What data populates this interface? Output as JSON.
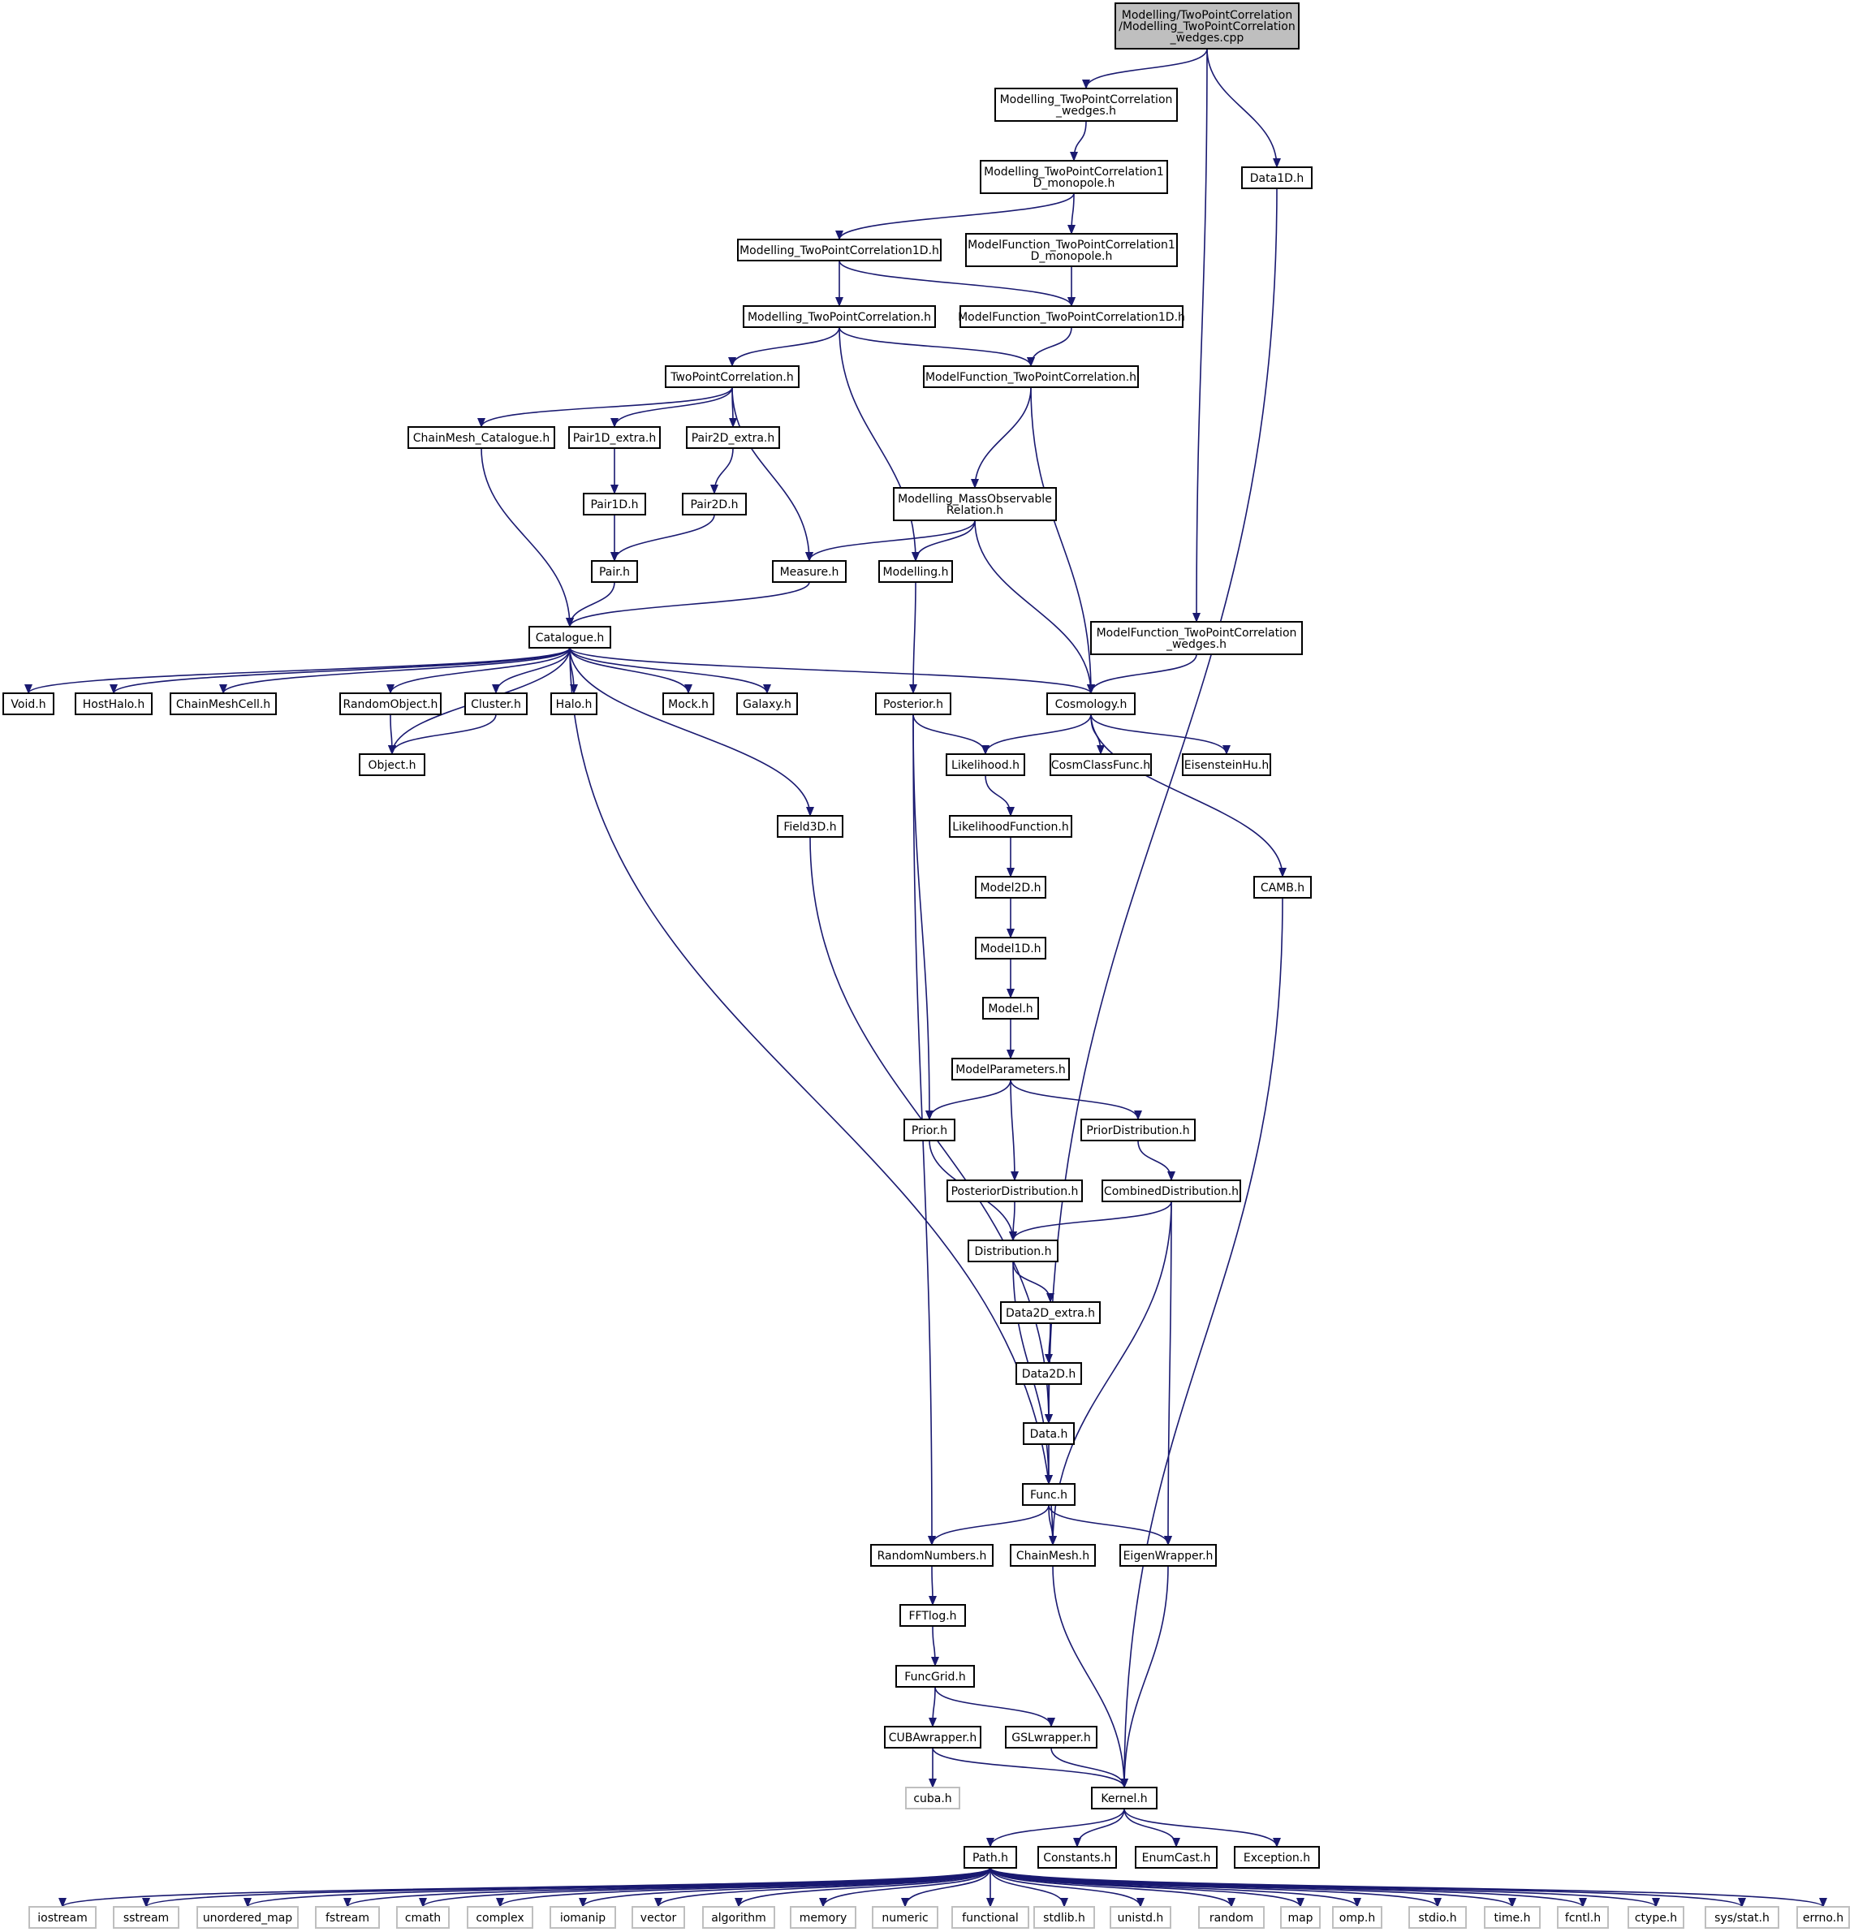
{
  "graph": {
    "title": "",
    "colors": {
      "edge": "#191970",
      "root_fill": "#bfbfbf",
      "node_fill": "#ffffff",
      "node_border": "#000000",
      "system_border": "#bfbfbf"
    },
    "nodes": [
      {
        "id": "root",
        "lines": [
          "Modelling/TwoPointCorrelation",
          "/Modelling_TwoPointCorrelation",
          "_wedges.cpp"
        ],
        "kind": "root"
      },
      {
        "id": "mtpc_wedges_h",
        "lines": [
          "Modelling_TwoPointCorrelation",
          "_wedges.h"
        ],
        "kind": "header"
      },
      {
        "id": "data1d",
        "lines": [
          "Data1D.h"
        ],
        "kind": "header"
      },
      {
        "id": "mtpc1d_mono",
        "lines": [
          "Modelling_TwoPointCorrelation1",
          "D_monopole.h"
        ],
        "kind": "header"
      },
      {
        "id": "mtpc1d",
        "lines": [
          "Modelling_TwoPointCorrelation1D.h"
        ],
        "kind": "header"
      },
      {
        "id": "mf_tpc1d_mono",
        "lines": [
          "ModelFunction_TwoPointCorrelation1",
          "D_monopole.h"
        ],
        "kind": "header"
      },
      {
        "id": "mtpc",
        "lines": [
          "Modelling_TwoPointCorrelation.h"
        ],
        "kind": "header"
      },
      {
        "id": "mf_tpc1d",
        "lines": [
          "ModelFunction_TwoPointCorrelation1D.h"
        ],
        "kind": "header"
      },
      {
        "id": "tpc",
        "lines": [
          "TwoPointCorrelation.h"
        ],
        "kind": "header"
      },
      {
        "id": "mf_tpc",
        "lines": [
          "ModelFunction_TwoPointCorrelation.h"
        ],
        "kind": "header"
      },
      {
        "id": "chainmesh_cat",
        "lines": [
          "ChainMesh_Catalogue.h"
        ],
        "kind": "header"
      },
      {
        "id": "pair1d_extra",
        "lines": [
          "Pair1D_extra.h"
        ],
        "kind": "header"
      },
      {
        "id": "pair2d_extra",
        "lines": [
          "Pair2D_extra.h"
        ],
        "kind": "header"
      },
      {
        "id": "m_massobs",
        "lines": [
          "Modelling_MassObservable",
          "Relation.h"
        ],
        "kind": "header"
      },
      {
        "id": "pair1d",
        "lines": [
          "Pair1D.h"
        ],
        "kind": "header"
      },
      {
        "id": "pair2d",
        "lines": [
          "Pair2D.h"
        ],
        "kind": "header"
      },
      {
        "id": "pair",
        "lines": [
          "Pair.h"
        ],
        "kind": "header"
      },
      {
        "id": "measure",
        "lines": [
          "Measure.h"
        ],
        "kind": "header"
      },
      {
        "id": "modelling",
        "lines": [
          "Modelling.h"
        ],
        "kind": "header"
      },
      {
        "id": "catalogue",
        "lines": [
          "Catalogue.h"
        ],
        "kind": "header"
      },
      {
        "id": "mf_tpc_wedges",
        "lines": [
          "ModelFunction_TwoPointCorrelation",
          "_wedges.h"
        ],
        "kind": "header"
      },
      {
        "id": "void",
        "lines": [
          "Void.h"
        ],
        "kind": "header"
      },
      {
        "id": "hosthalo",
        "lines": [
          "HostHalo.h"
        ],
        "kind": "header"
      },
      {
        "id": "chainmeshcell",
        "lines": [
          "ChainMeshCell.h"
        ],
        "kind": "header"
      },
      {
        "id": "randomobject",
        "lines": [
          "RandomObject.h"
        ],
        "kind": "header"
      },
      {
        "id": "cluster",
        "lines": [
          "Cluster.h"
        ],
        "kind": "header"
      },
      {
        "id": "halo",
        "lines": [
          "Halo.h"
        ],
        "kind": "header"
      },
      {
        "id": "mock",
        "lines": [
          "Mock.h"
        ],
        "kind": "header"
      },
      {
        "id": "galaxy",
        "lines": [
          "Galaxy.h"
        ],
        "kind": "header"
      },
      {
        "id": "posterior",
        "lines": [
          "Posterior.h"
        ],
        "kind": "header"
      },
      {
        "id": "cosmology",
        "lines": [
          "Cosmology.h"
        ],
        "kind": "header"
      },
      {
        "id": "object",
        "lines": [
          "Object.h"
        ],
        "kind": "header"
      },
      {
        "id": "likelihood",
        "lines": [
          "Likelihood.h"
        ],
        "kind": "header"
      },
      {
        "id": "cosmclassfunc",
        "lines": [
          "CosmClassFunc.h"
        ],
        "kind": "header"
      },
      {
        "id": "eisensteinhu",
        "lines": [
          "EisensteinHu.h"
        ],
        "kind": "header"
      },
      {
        "id": "field3d",
        "lines": [
          "Field3D.h"
        ],
        "kind": "header"
      },
      {
        "id": "likelihoodfunc",
        "lines": [
          "LikelihoodFunction.h"
        ],
        "kind": "header"
      },
      {
        "id": "model2d",
        "lines": [
          "Model2D.h"
        ],
        "kind": "header"
      },
      {
        "id": "camb",
        "lines": [
          "CAMB.h"
        ],
        "kind": "header"
      },
      {
        "id": "model1d",
        "lines": [
          "Model1D.h"
        ],
        "kind": "header"
      },
      {
        "id": "model",
        "lines": [
          "Model.h"
        ],
        "kind": "header"
      },
      {
        "id": "modelparams",
        "lines": [
          "ModelParameters.h"
        ],
        "kind": "header"
      },
      {
        "id": "prior",
        "lines": [
          "Prior.h"
        ],
        "kind": "header"
      },
      {
        "id": "priordist",
        "lines": [
          "PriorDistribution.h"
        ],
        "kind": "header"
      },
      {
        "id": "posteriordist",
        "lines": [
          "PosteriorDistribution.h"
        ],
        "kind": "header"
      },
      {
        "id": "combineddist",
        "lines": [
          "CombinedDistribution.h"
        ],
        "kind": "header"
      },
      {
        "id": "distribution",
        "lines": [
          "Distribution.h"
        ],
        "kind": "header"
      },
      {
        "id": "data2d_extra",
        "lines": [
          "Data2D_extra.h"
        ],
        "kind": "header"
      },
      {
        "id": "data2d",
        "lines": [
          "Data2D.h"
        ],
        "kind": "header"
      },
      {
        "id": "data",
        "lines": [
          "Data.h"
        ],
        "kind": "header"
      },
      {
        "id": "func",
        "lines": [
          "Func.h"
        ],
        "kind": "header"
      },
      {
        "id": "randomnumbers",
        "lines": [
          "RandomNumbers.h"
        ],
        "kind": "header"
      },
      {
        "id": "chainmesh",
        "lines": [
          "ChainMesh.h"
        ],
        "kind": "header"
      },
      {
        "id": "eigenwrapper",
        "lines": [
          "EigenWrapper.h"
        ],
        "kind": "header"
      },
      {
        "id": "fftlog",
        "lines": [
          "FFTlog.h"
        ],
        "kind": "header"
      },
      {
        "id": "funcgrid",
        "lines": [
          "FuncGrid.h"
        ],
        "kind": "header"
      },
      {
        "id": "cubawrapper",
        "lines": [
          "CUBAwrapper.h"
        ],
        "kind": "header"
      },
      {
        "id": "gslwrapper",
        "lines": [
          "GSLwrapper.h"
        ],
        "kind": "header"
      },
      {
        "id": "cuba",
        "lines": [
          "cuba.h"
        ],
        "kind": "system"
      },
      {
        "id": "kernel",
        "lines": [
          "Kernel.h"
        ],
        "kind": "header"
      },
      {
        "id": "path",
        "lines": [
          "Path.h"
        ],
        "kind": "header"
      },
      {
        "id": "constants",
        "lines": [
          "Constants.h"
        ],
        "kind": "header"
      },
      {
        "id": "enumcast",
        "lines": [
          "EnumCast.h"
        ],
        "kind": "header"
      },
      {
        "id": "exception",
        "lines": [
          "Exception.h"
        ],
        "kind": "header"
      },
      {
        "id": "iostream",
        "lines": [
          "iostream"
        ],
        "kind": "system"
      },
      {
        "id": "sstream",
        "lines": [
          "sstream"
        ],
        "kind": "system"
      },
      {
        "id": "unordered_map",
        "lines": [
          "unordered_map"
        ],
        "kind": "system"
      },
      {
        "id": "fstream",
        "lines": [
          "fstream"
        ],
        "kind": "system"
      },
      {
        "id": "cmath",
        "lines": [
          "cmath"
        ],
        "kind": "system"
      },
      {
        "id": "complex",
        "lines": [
          "complex"
        ],
        "kind": "system"
      },
      {
        "id": "iomanip",
        "lines": [
          "iomanip"
        ],
        "kind": "system"
      },
      {
        "id": "vector",
        "lines": [
          "vector"
        ],
        "kind": "system"
      },
      {
        "id": "algorithm",
        "lines": [
          "algorithm"
        ],
        "kind": "system"
      },
      {
        "id": "memory",
        "lines": [
          "memory"
        ],
        "kind": "system"
      },
      {
        "id": "numeric",
        "lines": [
          "numeric"
        ],
        "kind": "system"
      },
      {
        "id": "functional",
        "lines": [
          "functional"
        ],
        "kind": "system"
      },
      {
        "id": "stdlib",
        "lines": [
          "stdlib.h"
        ],
        "kind": "system"
      },
      {
        "id": "unistd",
        "lines": [
          "unistd.h"
        ],
        "kind": "system"
      },
      {
        "id": "random",
        "lines": [
          "random"
        ],
        "kind": "system"
      },
      {
        "id": "map",
        "lines": [
          "map"
        ],
        "kind": "system"
      },
      {
        "id": "omp",
        "lines": [
          "omp.h"
        ],
        "kind": "system"
      },
      {
        "id": "stdio",
        "lines": [
          "stdio.h"
        ],
        "kind": "system"
      },
      {
        "id": "time",
        "lines": [
          "time.h"
        ],
        "kind": "system"
      },
      {
        "id": "fcntl",
        "lines": [
          "fcntl.h"
        ],
        "kind": "system"
      },
      {
        "id": "ctype",
        "lines": [
          "ctype.h"
        ],
        "kind": "system"
      },
      {
        "id": "sysstat",
        "lines": [
          "sys/stat.h"
        ],
        "kind": "system"
      },
      {
        "id": "errno",
        "lines": [
          "errno.h"
        ],
        "kind": "system"
      }
    ],
    "edges": [
      [
        "root",
        "mtpc_wedges_h"
      ],
      [
        "root",
        "data1d"
      ],
      [
        "root",
        "mf_tpc_wedges"
      ],
      [
        "mtpc_wedges_h",
        "mtpc1d_mono"
      ],
      [
        "mtpc1d_mono",
        "mtpc1d"
      ],
      [
        "mtpc1d_mono",
        "mf_tpc1d_mono"
      ],
      [
        "mtpc1d",
        "mtpc"
      ],
      [
        "mtpc1d",
        "mf_tpc1d"
      ],
      [
        "mf_tpc1d_mono",
        "mf_tpc1d"
      ],
      [
        "mtpc",
        "tpc"
      ],
      [
        "mtpc",
        "mf_tpc"
      ],
      [
        "mtpc",
        "modelling"
      ],
      [
        "mf_tpc1d",
        "mf_tpc"
      ],
      [
        "mf_tpc",
        "m_massobs"
      ],
      [
        "mf_tpc",
        "cosmology"
      ],
      [
        "tpc",
        "chainmesh_cat"
      ],
      [
        "tpc",
        "pair1d_extra"
      ],
      [
        "tpc",
        "pair2d_extra"
      ],
      [
        "tpc",
        "measure"
      ],
      [
        "pair1d_extra",
        "pair1d"
      ],
      [
        "pair2d_extra",
        "pair2d"
      ],
      [
        "pair1d",
        "pair"
      ],
      [
        "pair2d",
        "pair"
      ],
      [
        "pair",
        "catalogue"
      ],
      [
        "chainmesh_cat",
        "catalogue"
      ],
      [
        "measure",
        "catalogue"
      ],
      [
        "m_massobs",
        "measure"
      ],
      [
        "m_massobs",
        "modelling"
      ],
      [
        "m_massobs",
        "cosmology"
      ],
      [
        "modelling",
        "posterior"
      ],
      [
        "mf_tpc_wedges",
        "cosmology"
      ],
      [
        "catalogue",
        "void"
      ],
      [
        "catalogue",
        "hosthalo"
      ],
      [
        "catalogue",
        "chainmeshcell"
      ],
      [
        "catalogue",
        "randomobject"
      ],
      [
        "catalogue",
        "cluster"
      ],
      [
        "catalogue",
        "halo"
      ],
      [
        "catalogue",
        "mock"
      ],
      [
        "catalogue",
        "galaxy"
      ],
      [
        "catalogue",
        "object"
      ],
      [
        "catalogue",
        "cosmology"
      ],
      [
        "catalogue",
        "field3d"
      ],
      [
        "catalogue",
        "chainmesh"
      ],
      [
        "randomobject",
        "object"
      ],
      [
        "cluster",
        "object"
      ],
      [
        "posterior",
        "likelihood"
      ],
      [
        "posterior",
        "prior"
      ],
      [
        "posterior",
        "randomnumbers"
      ],
      [
        "cosmology",
        "likelihood"
      ],
      [
        "cosmology",
        "cosmclassfunc"
      ],
      [
        "cosmology",
        "eisensteinhu"
      ],
      [
        "cosmology",
        "camb"
      ],
      [
        "likelihood",
        "likelihoodfunc"
      ],
      [
        "likelihoodfunc",
        "model2d"
      ],
      [
        "model2d",
        "model1d"
      ],
      [
        "model1d",
        "model"
      ],
      [
        "model",
        "modelparams"
      ],
      [
        "modelparams",
        "prior"
      ],
      [
        "modelparams",
        "posteriordist"
      ],
      [
        "modelparams",
        "priordist"
      ],
      [
        "priordist",
        "combineddist"
      ],
      [
        "prior",
        "distribution"
      ],
      [
        "posteriordist",
        "distribution"
      ],
      [
        "combineddist",
        "distribution"
      ],
      [
        "combineddist",
        "chainmesh"
      ],
      [
        "combineddist",
        "eigenwrapper"
      ],
      [
        "distribution",
        "data2d_extra"
      ],
      [
        "distribution",
        "func"
      ],
      [
        "data2d_extra",
        "data2d"
      ],
      [
        "data2d",
        "data"
      ],
      [
        "field3d",
        "data"
      ],
      [
        "data1d",
        "data"
      ],
      [
        "data",
        "func"
      ],
      [
        "func",
        "randomnumbers"
      ],
      [
        "func",
        "chainmesh"
      ],
      [
        "func",
        "eigenwrapper"
      ],
      [
        "randomnumbers",
        "fftlog"
      ],
      [
        "fftlog",
        "funcgrid"
      ],
      [
        "funcgrid",
        "cubawrapper"
      ],
      [
        "funcgrid",
        "gslwrapper"
      ],
      [
        "cubawrapper",
        "cuba"
      ],
      [
        "cubawrapper",
        "kernel"
      ],
      [
        "gslwrapper",
        "kernel"
      ],
      [
        "chainmesh",
        "kernel"
      ],
      [
        "eigenwrapper",
        "kernel"
      ],
      [
        "camb",
        "kernel"
      ],
      [
        "kernel",
        "path"
      ],
      [
        "kernel",
        "constants"
      ],
      [
        "kernel",
        "enumcast"
      ],
      [
        "kernel",
        "exception"
      ],
      [
        "path",
        "iostream"
      ],
      [
        "path",
        "sstream"
      ],
      [
        "path",
        "unordered_map"
      ],
      [
        "path",
        "fstream"
      ],
      [
        "path",
        "cmath"
      ],
      [
        "path",
        "complex"
      ],
      [
        "path",
        "iomanip"
      ],
      [
        "path",
        "vector"
      ],
      [
        "path",
        "algorithm"
      ],
      [
        "path",
        "memory"
      ],
      [
        "path",
        "numeric"
      ],
      [
        "path",
        "functional"
      ],
      [
        "path",
        "stdlib"
      ],
      [
        "path",
        "unistd"
      ],
      [
        "path",
        "random"
      ],
      [
        "path",
        "map"
      ],
      [
        "path",
        "omp"
      ],
      [
        "path",
        "stdio"
      ],
      [
        "path",
        "time"
      ],
      [
        "path",
        "fcntl"
      ],
      [
        "path",
        "ctype"
      ],
      [
        "path",
        "sysstat"
      ],
      [
        "path",
        "errno"
      ]
    ]
  }
}
